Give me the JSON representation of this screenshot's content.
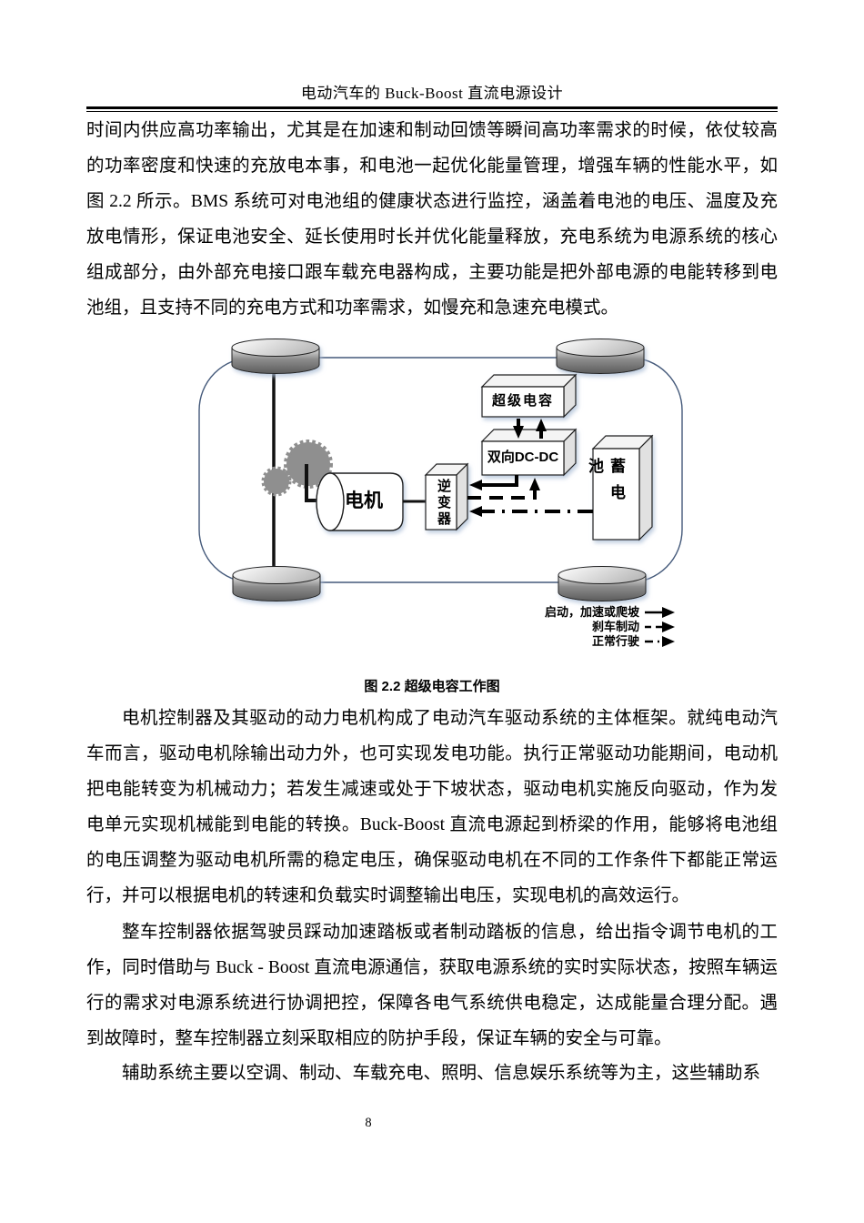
{
  "header": {
    "title": "电动汽车的 Buck-Boost 直流电源设计"
  },
  "body": {
    "p1": "时间内供应高功率输出，尤其是在加速和制动回馈等瞬间高功率需求的时候，依仗较高的功率密度和快速的充放电本事，和电池一起优化能量管理，增强车辆的性能水平，如图 2.2 所示。BMS 系统可对电池组的健康状态进行监控，涵盖着电池的电压、温度及充放电情形，保证电池安全、延长使用时长并优化能量释放，充电系统为电源系统的核心组成部分，由外部充电接口跟车载充电器构成，主要功能是把外部电源的电能转移到电池组，且支持不同的充电方式和功率需求，如慢充和急速充电模式。",
    "p2": "电机控制器及其驱动的动力电机构成了电动汽车驱动系统的主体框架。就纯电动汽车而言，驱动电机除输出动力外，也可实现发电功能。执行正常驱动功能期间，电动机把电能转变为机械动力；若发生减速或处于下坡状态，驱动电机实施反向驱动，作为发电单元实现机械能到电能的转换。Buck-Boost 直流电源起到桥梁的作用，能够将电池组的电压调整为驱动电机所需的稳定电压，确保驱动电机在不同的工作条件下都能正常运行，并可以根据电机的转速和负载实时调整输出电压，实现电机的高效运行。",
    "p3": "整车控制器依据驾驶员踩动加速踏板或者制动踏板的信息，给出指令调节电机的工作，同时借助与 Buck - Boost 直流电源通信，获取电源系统的实时实际状态，按照车辆运行的需求对电源系统进行协调把控，保障各电气系统供电稳定，达成能量合理分配。遇到故障时，整车控制器立刻采取相应的防护手段，保证车辆的安全与可靠。",
    "p4": "辅助系统主要以空调、制动、车载充电、照明、信息娱乐系统等为主，这些辅助系"
  },
  "figure": {
    "caption": "图 2.2 超级电容工作图",
    "labels": {
      "motor": "电机",
      "inverter": "逆变器",
      "dcdc": "双向DC-DC",
      "supercap": "超级电容",
      "battery": "蓄电池"
    },
    "legend": [
      {
        "label": "启动，加速或爬坡",
        "style": "solid"
      },
      {
        "label": "刹车制动",
        "style": "dashed"
      },
      {
        "label": "正常行驶",
        "style": "dash-dot"
      }
    ],
    "colors": {
      "outline": "#44597a",
      "line": "#000000",
      "wheel_gray": "#8c8c8c",
      "gear_gray": "#8f8f8f"
    }
  },
  "footer": {
    "page_number": "8"
  }
}
